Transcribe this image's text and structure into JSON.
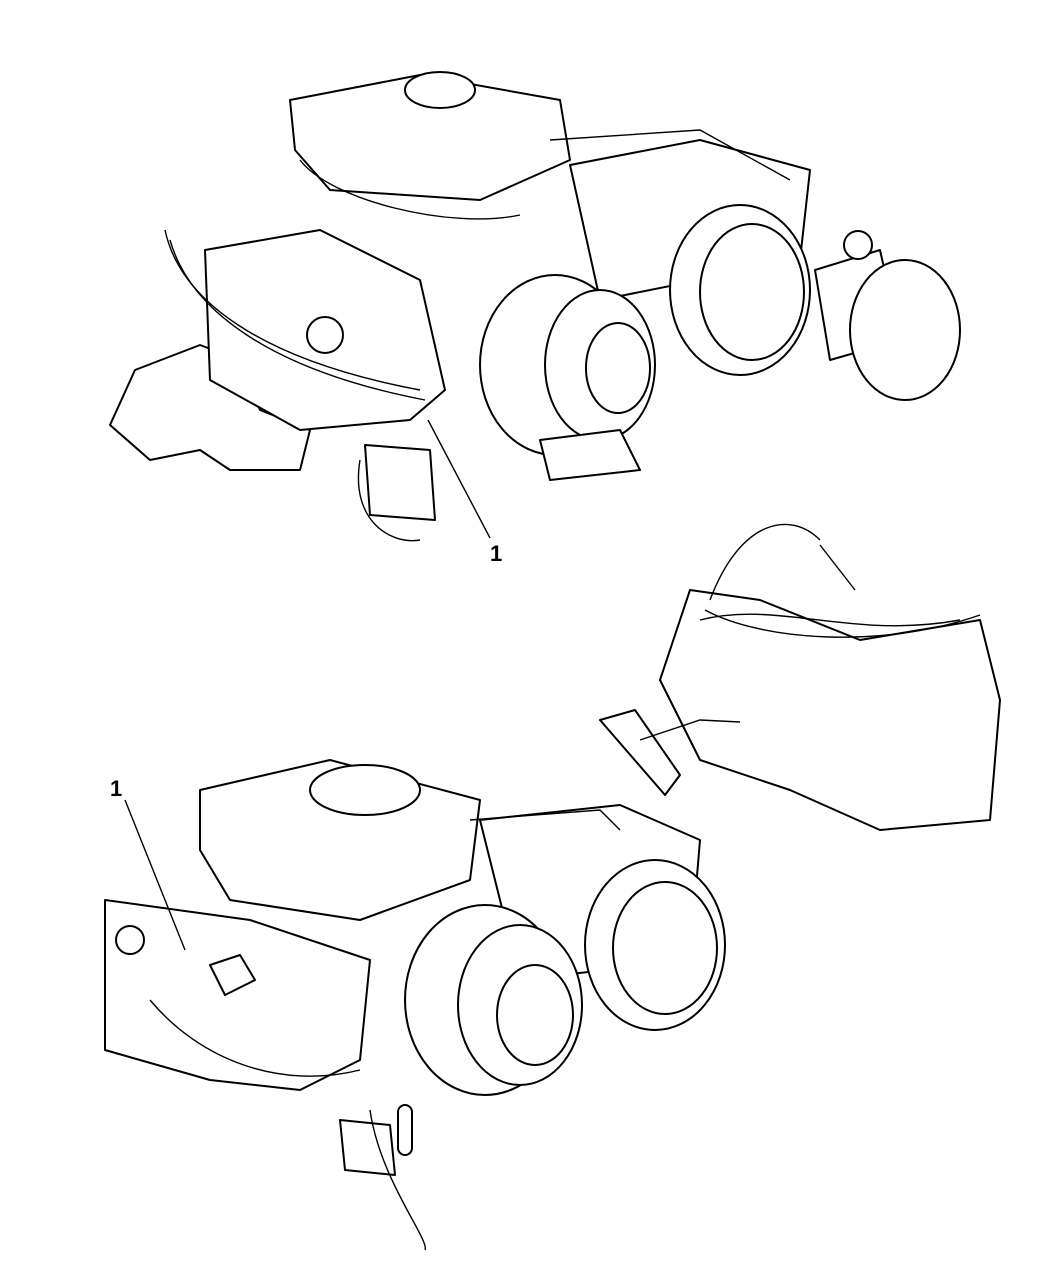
{
  "diagram": {
    "callouts": [
      {
        "id": "upper-engine-callout",
        "label": "1"
      },
      {
        "id": "lower-engine-callout",
        "label": "1"
      }
    ],
    "line_color": "#000000",
    "background": "#ffffff"
  }
}
